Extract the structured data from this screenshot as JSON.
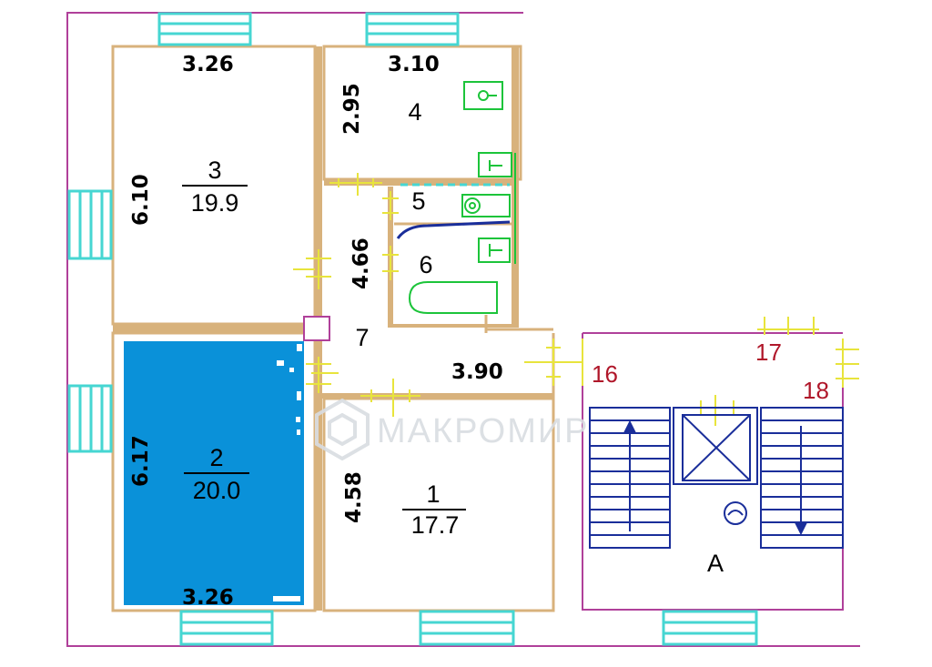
{
  "colors": {
    "outer_wall": "#b0409a",
    "inner_wall": "#d8b27c",
    "window": "#46d6d2",
    "door": "#e8e43c",
    "fixture": "#1cc43a",
    "highlight": "#0a91d9",
    "label": "#000000",
    "reference_label": "#b0172a",
    "watermark": "#d9dde2"
  },
  "rooms": [
    {
      "number": "1",
      "area": "17.7"
    },
    {
      "number": "2",
      "area": "20.0"
    },
    {
      "number": "3",
      "area": "19.9"
    },
    {
      "number": "4"
    },
    {
      "number": "5"
    },
    {
      "number": "6"
    },
    {
      "number": "7"
    }
  ],
  "dimensions": {
    "room3_width": "3.26",
    "room4_width": "3.10",
    "room4_depth": "2.95",
    "room3_depth": "6.10",
    "corridor_depth": "4.66",
    "corridor_width": "3.90",
    "room2_depth": "6.17",
    "room1_depth": "4.58",
    "room2_width": "3.26"
  },
  "references": {
    "ref16": "16",
    "ref17": "17",
    "ref18": "18",
    "stairwell": "A"
  },
  "watermark": {
    "text": "МАКРОМИР",
    "icon": "hexagon-logo-icon"
  },
  "highlighted_room": "2"
}
